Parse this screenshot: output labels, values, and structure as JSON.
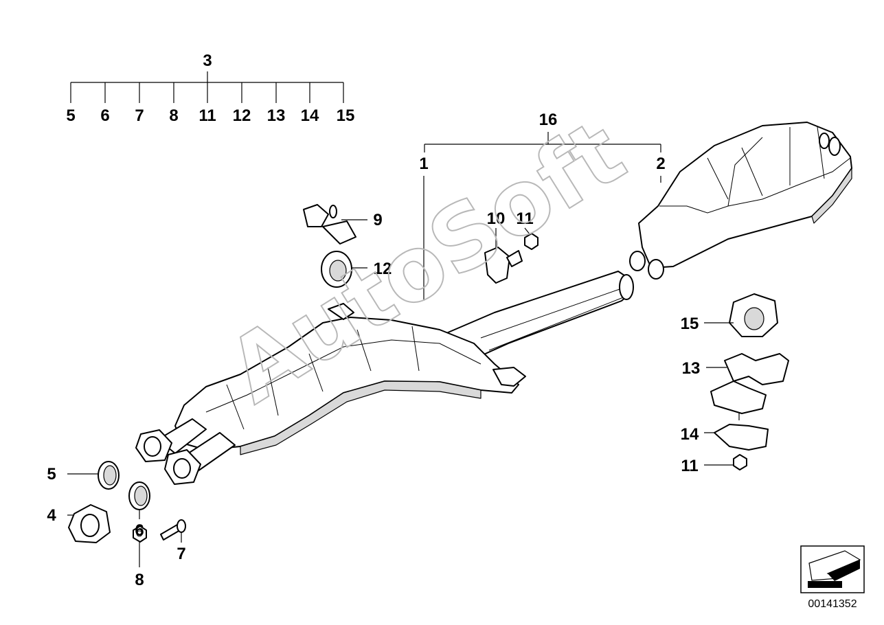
{
  "callouts": {
    "n1": "1",
    "n2": "2",
    "n3": "3",
    "n4": "4",
    "n5": "5",
    "n6": "6",
    "n7": "7",
    "n8": "8",
    "n9": "9",
    "n10": "10",
    "n11": "11",
    "n12": "12",
    "n13": "13",
    "n14": "14",
    "n15": "15",
    "n16": "16"
  },
  "group3_children": [
    "5",
    "6",
    "7",
    "8",
    "11",
    "12",
    "13",
    "14",
    "15"
  ],
  "watermark": "AutoSoft",
  "document_number": "00141352",
  "icon": "arrow-navigation-icon"
}
